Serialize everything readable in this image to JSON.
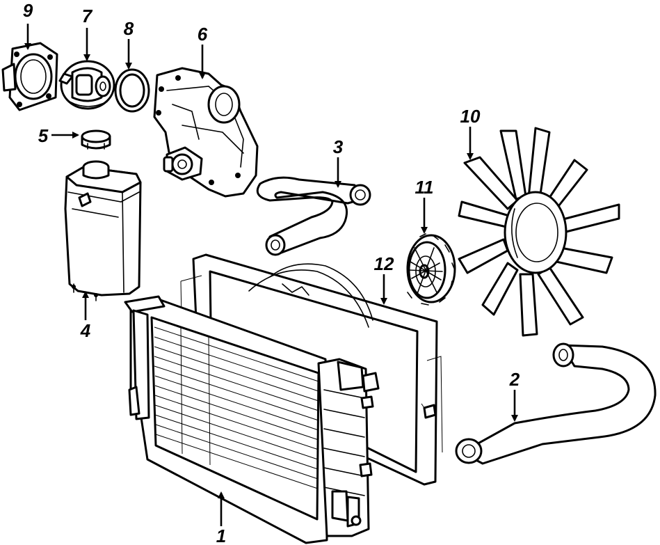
{
  "diagram": {
    "colors": {
      "ink": "#000000",
      "paper": "#ffffff"
    },
    "parts": [
      {
        "id": "radiator",
        "callout": "1"
      },
      {
        "id": "lower-hose",
        "callout": "2"
      },
      {
        "id": "upper-hose",
        "callout": "3"
      },
      {
        "id": "reservoir",
        "callout": "4"
      },
      {
        "id": "reservoir-cap",
        "callout": "5"
      },
      {
        "id": "water-pump",
        "callout": "6"
      },
      {
        "id": "thermostat",
        "callout": "7"
      },
      {
        "id": "thermostat-gasket",
        "callout": "8"
      },
      {
        "id": "thermostat-housing",
        "callout": "9"
      },
      {
        "id": "fan-blade",
        "callout": "10"
      },
      {
        "id": "fan-clutch",
        "callout": "11"
      },
      {
        "id": "fan-shroud",
        "callout": "12"
      }
    ]
  }
}
